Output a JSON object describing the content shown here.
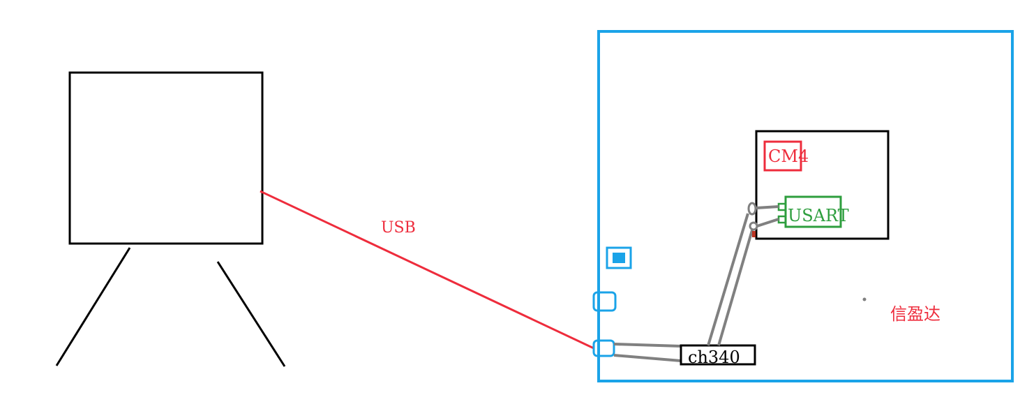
{
  "labels": {
    "usb": "USB",
    "cm4": "CM4",
    "usart": "USART",
    "ch340": "ch340",
    "vendor": "信盈达"
  },
  "colors": {
    "board_border": "#1aa3e8",
    "usb_line": "#ee2c3c",
    "cm4_box": "#ee2c3c",
    "usart_box": "#2e9e3e",
    "wire": "#808080",
    "outline": "#000000"
  }
}
